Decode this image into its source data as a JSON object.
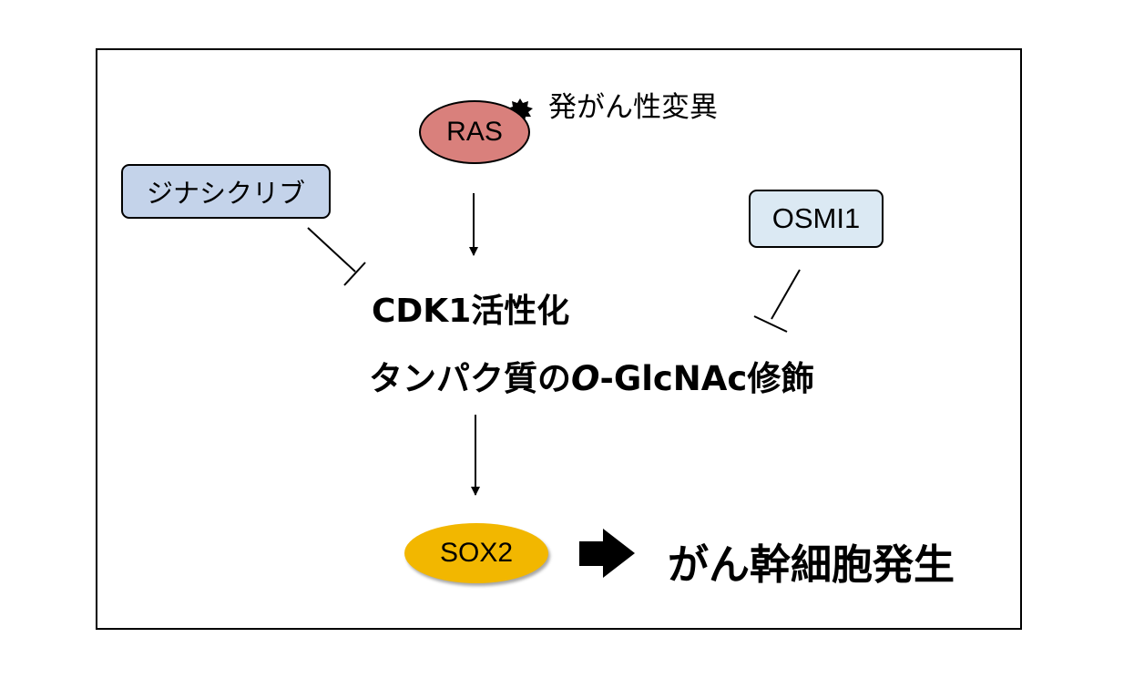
{
  "nodes": {
    "ras": "RAS",
    "mutation": "発がん性変異",
    "dinaciclib": "ジナシクリブ",
    "osmi1": "OSMI1",
    "cdk1_activation": "CDK1活性化",
    "oglcnac_prefix": "タンパク質の",
    "oglcnac_o": "O",
    "oglcnac_suffix": "-GlcNAc修飾",
    "sox2": "SOX2",
    "outcome": "がん幹細胞発生"
  },
  "colors": {
    "ras_fill": "#d9807c",
    "dinaciclib_fill": "#c4d3ea",
    "osmi1_fill": "#dbe9f3",
    "sox2_fill": "#f2b700"
  }
}
